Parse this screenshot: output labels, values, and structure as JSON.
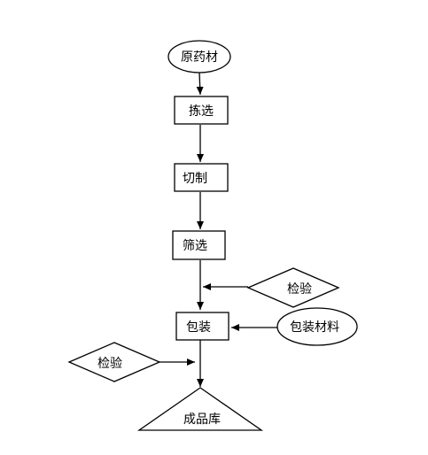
{
  "nodes": {
    "raw_material": "原药材",
    "sorting": "拣选",
    "cutting": "切制",
    "screening": "筛选",
    "inspection_right": "检验",
    "packaging": "包装",
    "packaging_material": "包装材料",
    "inspection_left": "检验",
    "finished_warehouse": "成品库"
  }
}
